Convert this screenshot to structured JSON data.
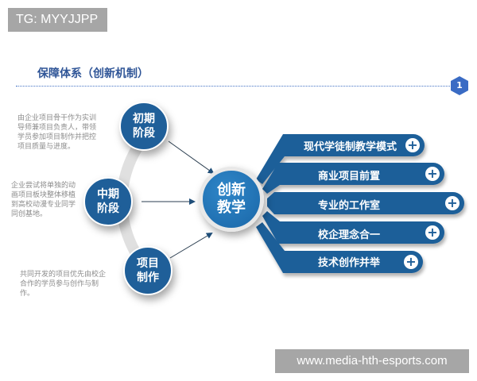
{
  "watermarks": {
    "top": "TG: MYYJJPP",
    "bottom": "www.media-hth-esports.com"
  },
  "header": {
    "title": "保障体系（创新机制）",
    "page_badge": "1"
  },
  "colors": {
    "primary_blue": "#1f5f99",
    "title_blue": "#2f5597",
    "badge_blue": "#3a6bc4",
    "arc_gray": "#e0e0e0",
    "desc_gray": "#8c8c8c",
    "watermark_gray": "#a6a6a6"
  },
  "stages": [
    {
      "label": "初期\n阶段",
      "description": "由企业项目骨干作为实训导师兼项目负责人，带领学员参加项目制作并把控项目质量与进度。"
    },
    {
      "label": "中期\n阶段",
      "description": "企业尝试将单独的动画项目板块整体移植到高校动漫专业同学同创基地。"
    },
    {
      "label": "项目\n制作",
      "description": "共同开发的项目优先由校企合作的学员参与创作与制作。"
    }
  ],
  "center": {
    "label": "创新\n教学"
  },
  "branches": [
    {
      "label": "现代学徒制教学模式",
      "icon": "plus-icon"
    },
    {
      "label": "商业项目前置",
      "icon": "plus-icon"
    },
    {
      "label": "专业的工作室",
      "icon": "plus-icon"
    },
    {
      "label": "校企理念合一",
      "icon": "plus-icon"
    },
    {
      "label": "技术创作并举",
      "icon": "plus-icon"
    }
  ]
}
